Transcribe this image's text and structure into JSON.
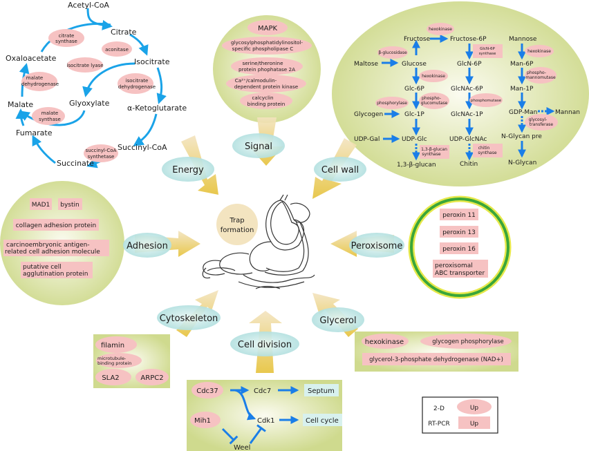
{
  "colors": {
    "arrow_blue": "#1aa3e8",
    "enzyme_pink": "#f6c2c2",
    "bubble_green": "#d5de9a",
    "category_teal": "#bfe6e6",
    "big_arrow_gold": "#e8c63a",
    "peroxisome_ring": "#3aa63a",
    "peroxisome_outer": "#e6e84a"
  },
  "center": {
    "label_line1": "Trap",
    "label_line2": "formation"
  },
  "categories": {
    "energy": "Energy",
    "signal": "Signal",
    "cell_wall": "Cell wall",
    "adhesion": "Adhesion",
    "peroxisome": "Peroxisome",
    "cytoskeleton": "Cytoskeleton",
    "cell_division": "Cell division",
    "glycerol": "Glycerol"
  },
  "energy_cycle": {
    "metabolites": {
      "acetyl_coa": "Acetyl-CoA",
      "citrate": "Citrate",
      "isocitrate": "Isocitrate",
      "oxaloacetate": "Oxaloacetate",
      "glyoxylate": "Glyoxylate",
      "a_ketoglutarate": "α-Ketoglutarate",
      "malate": "Malate",
      "fumarate": "Fumarate",
      "succinyl_coa": "Succinyl-CoA",
      "succinate": "Succinate"
    },
    "enzymes": {
      "citrate_synthase": [
        "citrate",
        "synthase"
      ],
      "aconitase": [
        "aconitase"
      ],
      "isocitrate_lyase": [
        "isocitrate lyase"
      ],
      "isocitrate_dehydrogenase": [
        "isocitrate",
        "dehydrogenase"
      ],
      "malate_dehydrogenase": [
        "malate",
        "dehydrogenase"
      ],
      "malate_synthase": [
        "malate",
        "synthase"
      ],
      "succinyl_coa_synthetase": [
        "succinyl-CoA",
        "synthetase"
      ]
    }
  },
  "signal": {
    "items": [
      [
        "MAPK"
      ],
      [
        "glycosylphosphatidylinositol-",
        "specific phospholipase C"
      ],
      [
        "serine/theronine",
        "protein phophatase 2A"
      ],
      [
        "Ca²⁺/calmodulin-",
        "dependent protein kinase"
      ],
      [
        "calcyclin",
        "binding protein"
      ]
    ]
  },
  "cell_wall": {
    "metabolites": {
      "fructose": "Fructose",
      "fructose_6p": "Fructose-6P",
      "mannose": "Mannose",
      "maltose": "Maltose",
      "glucose": "Glucose",
      "glcn_6p": "GlcN-6P",
      "man_6p": "Man-6P",
      "glc_6p": "Glc-6P",
      "glcnac_6p": "GlcNAc-6P",
      "man_1p": "Man-1P",
      "glycogen": "Glycogen",
      "glc_1p": "Glc-1P",
      "glcnac_1p": "GlcNAc-1P",
      "gdp_man": "GDP-Man",
      "mannan": "Mannan",
      "udp_gal": "UDP-Gal",
      "udp_glc": "UDP-Glc",
      "udp_glcnac": "UDP-GlcNAc",
      "n_glycan_pre": "N-Glycan pre",
      "glucan": "1,3-β-glucan",
      "chitin": "Chitin",
      "n_glycan": "N-Glycan"
    },
    "enzymes": {
      "hexokinase_top": [
        "hexokinase"
      ],
      "b_glucosidase": [
        "β-glucosidase"
      ],
      "hexokinase_mid": [
        "hexokinase"
      ],
      "phosphorylase": [
        "phosphorylase"
      ],
      "phosphoglucomutase": [
        "phospho-",
        "glucomutase"
      ],
      "glucan_synthase": [
        "1,3-β-glucan",
        "synthase"
      ],
      "glcn6p_synthase": [
        "GlcN-6P",
        "synthase"
      ],
      "phosphomutase": [
        "phosphomutase"
      ],
      "chitin_synthase": [
        "chitin",
        "synthase"
      ],
      "hexokinase_man": [
        "hexokinase"
      ],
      "phosphomannomutase": [
        "phospho-",
        "mannomutase"
      ],
      "glycosyltransferase": [
        "glycosyl-",
        "transferase"
      ]
    }
  },
  "adhesion": {
    "items": [
      [
        "MAD1"
      ],
      [
        "bystin"
      ],
      [
        "collagen adhesion protein"
      ],
      [
        "carcinoembryonic antigen-",
        "related cell adhesion molecule"
      ],
      [
        "putative cell",
        "agglutination protein"
      ]
    ]
  },
  "peroxisome": {
    "items": [
      [
        "peroxin 11"
      ],
      [
        "peroxin 13"
      ],
      [
        "peroxin 16"
      ],
      [
        "peroxisomal",
        "ABC transporter"
      ]
    ]
  },
  "cytoskeleton": {
    "items": [
      [
        "filamin"
      ],
      [
        "microtubule-",
        "binding protein"
      ],
      [
        "SLA2"
      ],
      [
        "ARPC2"
      ]
    ]
  },
  "glycerol": {
    "items": [
      [
        "hexokinase"
      ],
      [
        "glycogen phosphorylase"
      ],
      [
        "glycerol-3-phosphate dehydrogenase (NAD+)"
      ]
    ]
  },
  "cell_division": {
    "nodes": {
      "cdc37": "Cdc37",
      "cdc7": "Cdc7",
      "septum": "Septum",
      "mih1": "Mih1",
      "cdk1": "Cdk1",
      "cell_cycle": "Cell cycle",
      "weel": "Weel"
    }
  },
  "legend": {
    "rows": [
      {
        "method": "2-D",
        "label": "Up",
        "shape": "ellipse"
      },
      {
        "method": "RT-PCR",
        "label": "Up",
        "shape": "rectangle"
      }
    ]
  }
}
